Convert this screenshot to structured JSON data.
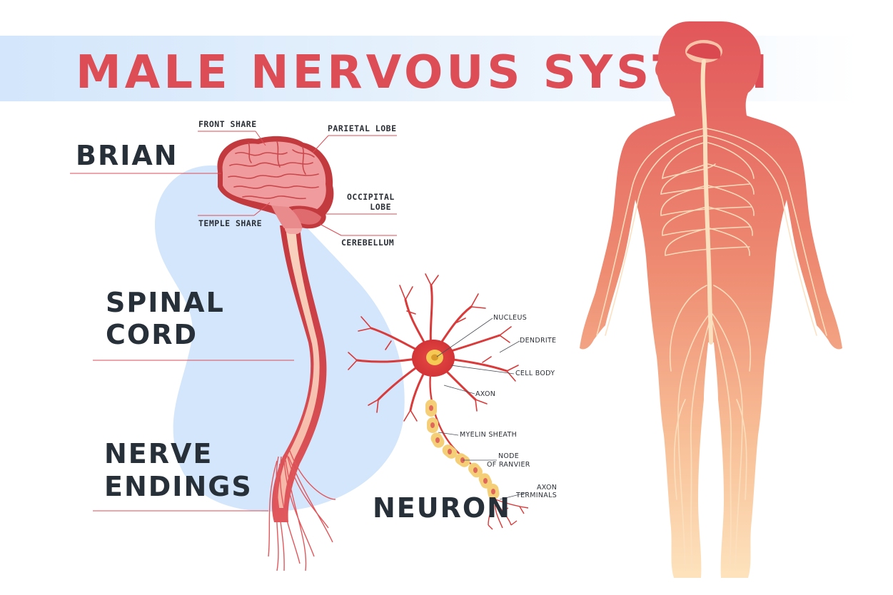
{
  "title": "MALE NERVOUS SYSTEM",
  "sections": {
    "brain": "BRIAN",
    "spinal_line1": "SPINAL",
    "spinal_line2": "CORD",
    "nerve_line1": "NERVE",
    "nerve_line2": "ENDINGS",
    "neuron": "NEURON"
  },
  "brain_labels": {
    "front": "FRONT SHARE",
    "parietal": "PARIETAL LOBE",
    "occipital_line1": "OCCIPITAL",
    "occipital_line2": "LOBE",
    "temple": "TEMPLE SHARE",
    "cerebellum": "CEREBELLUM"
  },
  "neuron_labels": {
    "nucleus": "NUCLEUS",
    "dendrite": "DENDRITE",
    "cell_body": "CELL BODY",
    "axon": "AXON",
    "myelin": "MYELIN SHEATH",
    "node_line1": "NODE",
    "node_line2": "OF RANVIER",
    "terminals_line1": "AXON",
    "terminals_line2": "TERMINALS"
  },
  "colors": {
    "title": "#dc4d55",
    "section_text": "#273038",
    "blob": "#d3e6fb",
    "brain": "#ef9a9a",
    "spine_outer": "#c3373d",
    "neuron": "#d93a3a",
    "body_top": "#e2565a",
    "body_bottom": "#fde0b8"
  }
}
